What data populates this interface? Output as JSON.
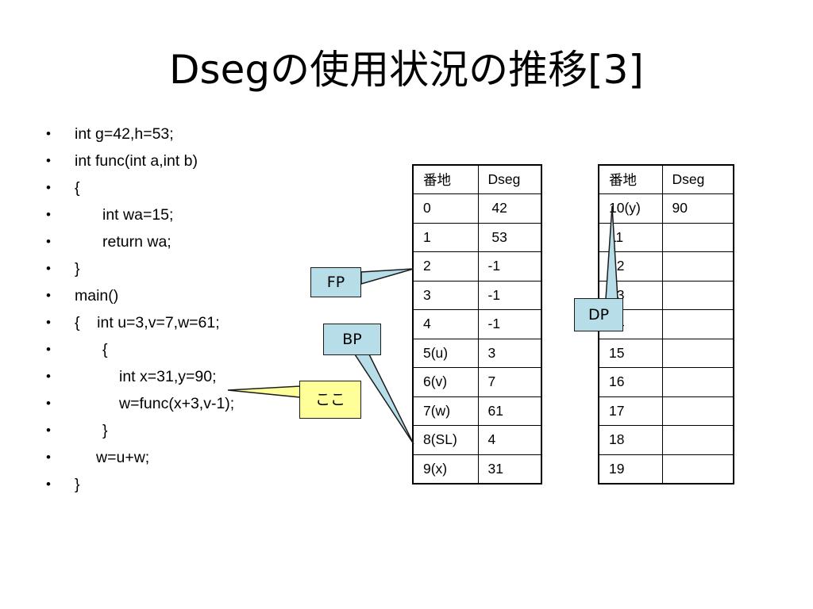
{
  "slide": {
    "title": "Dsegの使用状況の推移[3]"
  },
  "code_lines": [
    {
      "bullet": "•",
      "text": "int g=42,h=53;"
    },
    {
      "bullet": "•",
      "text": "int func(int a,int b)"
    },
    {
      "bullet": "•",
      "text": "{"
    },
    {
      "bullet": "•",
      "text": "int wa=15;"
    },
    {
      "bullet": "•",
      "text": "return wa;"
    },
    {
      "bullet": "•",
      "text": "}"
    },
    {
      "bullet": "•",
      "text": "main()"
    },
    {
      "bullet": "•",
      "text": "{    int u=3,v=7,w=61;"
    },
    {
      "bullet": "•",
      "text": "{"
    },
    {
      "bullet": "•",
      "text": "int x=31,y=90;"
    },
    {
      "bullet": "•",
      "text": "w=func(x+3,v-1);"
    },
    {
      "bullet": "•",
      "text": "}"
    },
    {
      "bullet": "•",
      "text": "w=u+w;"
    },
    {
      "bullet": "•",
      "text": "}"
    }
  ],
  "table_left": {
    "header": [
      "番地",
      "Dseg"
    ],
    "rows": [
      [
        "0",
        " 42"
      ],
      [
        "1",
        " 53"
      ],
      [
        "2",
        "-1"
      ],
      [
        "3",
        "-1"
      ],
      [
        "4",
        "-1"
      ],
      [
        "5(u)",
        "3"
      ],
      [
        "6(v)",
        "7"
      ],
      [
        "7(w)",
        "61"
      ],
      [
        "8(SL)",
        "4"
      ],
      [
        "9(x)",
        "31"
      ]
    ]
  },
  "table_right": {
    "header": [
      "番地",
      "Dseg"
    ],
    "rows": [
      [
        "10(y)",
        "90"
      ],
      [
        "11",
        ""
      ],
      [
        "12",
        ""
      ],
      [
        "13",
        ""
      ],
      [
        "14",
        ""
      ],
      [
        "15",
        ""
      ],
      [
        "16",
        ""
      ],
      [
        "17",
        ""
      ],
      [
        "18",
        ""
      ],
      [
        "19",
        ""
      ]
    ]
  },
  "callouts": {
    "fp": "FP",
    "bp": "BP",
    "dp": "DP",
    "koko": "ここ"
  },
  "colors": {
    "callout_blue": "#b7dde8",
    "callout_yellow": "#ffff99"
  }
}
